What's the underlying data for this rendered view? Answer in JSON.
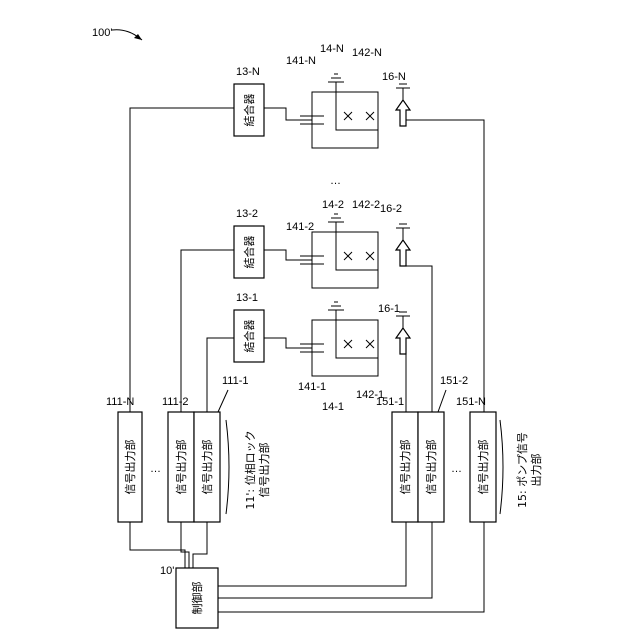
{
  "diagram": {
    "figure_ref": "100'",
    "controller": {
      "ref": "10'",
      "text": "制御部"
    },
    "phase_lock_group": {
      "ref": "11'",
      "text_line1": "11': 位相ロック",
      "text_line2": "信号出力部"
    },
    "pump_group": {
      "ref": "15",
      "text_line1": "15: ポンプ信号",
      "text_line2": "出力部"
    },
    "signal_units": [
      {
        "ref": "111-1",
        "text": "信号出力部"
      },
      {
        "ref": "111-2",
        "text": "信号出力部"
      },
      {
        "ref": "111-N",
        "text": "信号出力部"
      }
    ],
    "pump_units": [
      {
        "ref": "151-1",
        "text": "信号出力部"
      },
      {
        "ref": "151-2",
        "text": "信号出力部"
      },
      {
        "ref": "151-N",
        "text": "信号出力部"
      }
    ],
    "couplers": [
      {
        "ref": "13-1",
        "text": "結合器"
      },
      {
        "ref": "13-2",
        "text": "結合器"
      },
      {
        "ref": "13-N",
        "text": "結合器"
      }
    ],
    "qubits": [
      {
        "ref": "14-1",
        "cap": "141-1",
        "sq": "142-1",
        "out": "16-1"
      },
      {
        "ref": "14-2",
        "cap": "141-2",
        "sq": "142-2",
        "out": "16-2"
      },
      {
        "ref": "14-N",
        "cap": "141-N",
        "sq": "142-N",
        "out": "16-N"
      }
    ],
    "ellipsis": "…"
  }
}
